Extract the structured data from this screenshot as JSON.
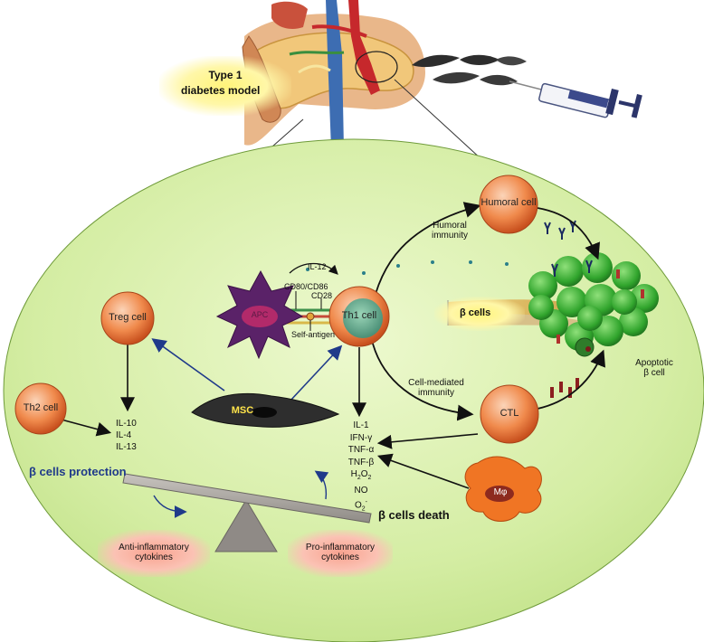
{
  "model_label": {
    "line1": "Type 1",
    "line2": "diabetes model"
  },
  "cells": {
    "humoral": "Humoral cell",
    "treg": "Treg cell",
    "th1": "Th1 cell",
    "th2": "Th2 cell",
    "apc": "APC",
    "msc": "MSC",
    "ctl": "CTL",
    "macrophage": "Mφ",
    "beta_cells": "β cells"
  },
  "labels": {
    "humoral_immunity_1": "Humoral",
    "humoral_immunity_2": "immunity",
    "cell_mediated_1": "Cell-mediated",
    "cell_mediated_2": "immunity",
    "il12": "IL-12",
    "cd80": "CD80/CD86",
    "cd28": "CD28",
    "self_antigen": "Self-antigen",
    "apoptotic_1": "Apoptotic",
    "apoptotic_2": "β cell",
    "beta_protection": "β cells protection",
    "beta_death": "β cells death",
    "anti_1": "Anti-inflammatory",
    "anti_2": "cytokines",
    "pro_1": "Pro-inflammatory",
    "pro_2": "cytokines"
  },
  "anti_cytokines": [
    "IL-10",
    "IL-4",
    "IL-13"
  ],
  "pro_cytokines": [
    "IL-1",
    "IFN-γ",
    "TNF-α",
    "TNF-β",
    "NO"
  ],
  "colors": {
    "ellipse": "#d6efa8",
    "cell_orange": "#f07a3c",
    "beta_green": "#3eb53a",
    "arrow_blue": "#1f3a8a",
    "apc_purple": "#6b2a7a"
  }
}
